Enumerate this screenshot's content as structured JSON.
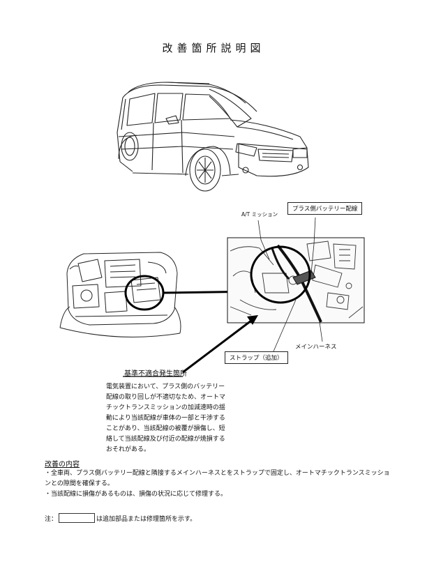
{
  "title": "改善箇所説明図",
  "labels": {
    "at_mission": "A/T ミッション",
    "plus_battery_wire": "プラス側バッテリー配線",
    "main_harness": "メインハーネス",
    "strap": "ストラップ（追加）"
  },
  "defect": {
    "heading": "基準不適合発生箇所",
    "description": "電気装置において、プラス側のバッテリー配線の取り回しが不適切なため、オートマチックトランスミッションの加減速時の揺動により当該配線が車体の一部と干渉することがあり、当該配線の被覆が損傷し、短絡して当該配線及び付近の配線が焼損するおそれがある。"
  },
  "improvement": {
    "heading": "改善の内容",
    "items": [
      "・全車両、プラス側バッテリー配線と隣接するメインハーネスとをストラップで固定し、オートマチックトランスミッションとの隙間を確保する。",
      "・当該配線に損傷があるものは、損傷の状況に応じて修理する。"
    ]
  },
  "note": {
    "prefix": "注：",
    "suffix": "は追加部品または修理箇所を示す。"
  }
}
